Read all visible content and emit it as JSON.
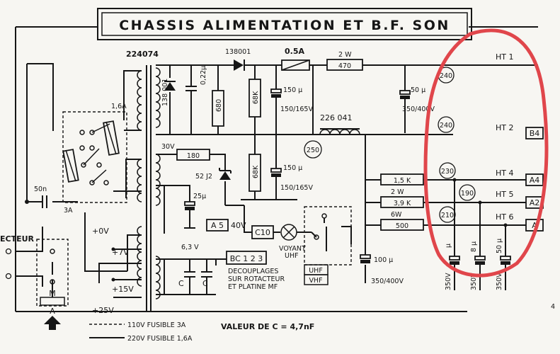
{
  "title": "CHASSIS ALIMENTATION ET B.F. SON",
  "top": {
    "transformer_ref": "224074",
    "diode_ref": "138001",
    "fuse_value": "0.5A",
    "resistor_2w": "2 W",
    "resistor_470": "470",
    "cap_50u_top": "50 µ",
    "cap_50u_top_v": "350/400V",
    "res_138001_v": "138 001",
    "cap_022": "0,22µ",
    "res_680": "680",
    "res_68k_a": "68K",
    "res_68k_b": "68K",
    "cap_150_a": "150 µ",
    "cap_150_a_v": "150/165V",
    "cap_150_b": "150 µ",
    "cap_150_b_v": "150/165V",
    "choke_ref": "226 041",
    "v250": "250"
  },
  "left": {
    "fuse_16a": "1,6A",
    "fuse_3a": "3A",
    "cap_50n": "50n",
    "secteur": "ECTEUR",
    "v0": "+0V",
    "v7": "+7V",
    "v15": "+15V",
    "v25": "+25V",
    "switch_m": "M",
    "switch_a": "A"
  },
  "middle": {
    "v30": "30V",
    "res_180": "180",
    "zener": "52 J2",
    "cap_25u": "25µ",
    "a5": "A 5",
    "v40": "40V",
    "c10": "C10",
    "v63": "6,3 V",
    "bc123": "BC 1 2 3",
    "cap_c1": "C",
    "cap_c2": "C",
    "decouplages": [
      "DECOUPLAGES",
      "SUR ROTACTEUR",
      "ET PLATINE MF"
    ],
    "voyant": [
      "VOYANT",
      "UHF"
    ],
    "uhf": "UHF",
    "vhf": "VHF",
    "cap_100u": "100 µ",
    "cap_100u_v": "350/400V"
  },
  "right": {
    "outputs": [
      {
        "label": "HT 1",
        "volt": "240",
        "tag": ""
      },
      {
        "label": "HT 2",
        "volt": "240",
        "tag": "B4"
      },
      {
        "label": "HT 4",
        "volt": "230",
        "tag": "A4"
      },
      {
        "label": "HT 5",
        "volt": "190",
        "tag": "A2"
      },
      {
        "label": "HT 6",
        "volt": "210",
        "tag": "A"
      }
    ],
    "res_15k": "1,5 K",
    "res_2w": "2 W",
    "res_39k": "3,9 K",
    "res_6w": "6W",
    "res_500": "500",
    "caps_bottom": [
      {
        "value": "µ",
        "volt": "350V"
      },
      {
        "value": "8 µ",
        "volt": "350V"
      },
      {
        "value": "50 µ",
        "volt": "350V"
      }
    ],
    "corner": "4"
  },
  "legend": {
    "dashed": "110V FUSIBLE 3A",
    "solid": "220V FUSIBLE 1,6A",
    "valeur": "VALEUR DE C = 4,7nF"
  },
  "annotation_color": "#e0464b"
}
